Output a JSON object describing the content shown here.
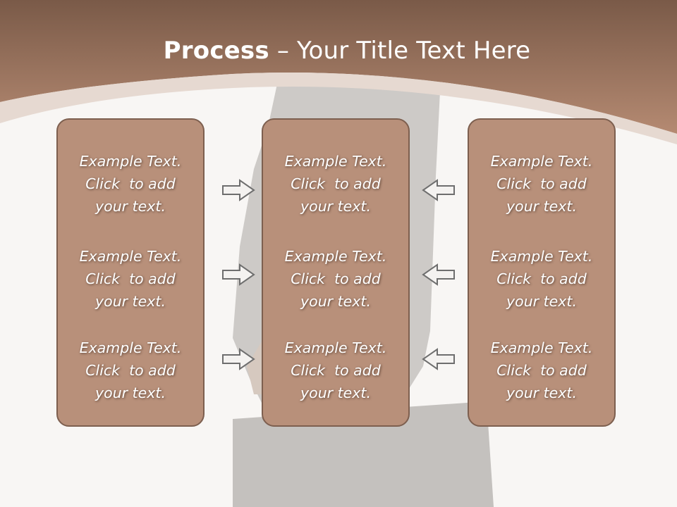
{
  "title": {
    "bold": "Process",
    "dash": " – ",
    "rest": "Your Title Text Here"
  },
  "columns": [
    {
      "blocks": [
        [
          "Example Text.",
          "Click  to add",
          "your text."
        ],
        [
          "Example Text.",
          "Click  to add",
          "your text."
        ],
        [
          "Example Text.",
          "Click  to add",
          "your text."
        ]
      ]
    },
    {
      "blocks": [
        [
          "Example Text.",
          "Click  to add",
          "your text."
        ],
        [
          "Example Text.",
          "Click  to add",
          "your text."
        ],
        [
          "Example Text.",
          "Click  to add",
          "your text."
        ]
      ]
    },
    {
      "blocks": [
        [
          "Example Text.",
          "Click  to add",
          "your text."
        ],
        [
          "Example Text.",
          "Click  to add",
          "your text."
        ],
        [
          "Example Text.",
          "Click  to add",
          "your text."
        ]
      ]
    }
  ],
  "arrows": {
    "left_group": "arrow-right-icon",
    "right_group": "arrow-left-icon"
  },
  "colors": {
    "header": "#9c735e",
    "card": "#b8907a",
    "card_border": "#7d5f4f",
    "arrow_stroke": "#6e6e6e",
    "background": "#f8f6f4"
  }
}
